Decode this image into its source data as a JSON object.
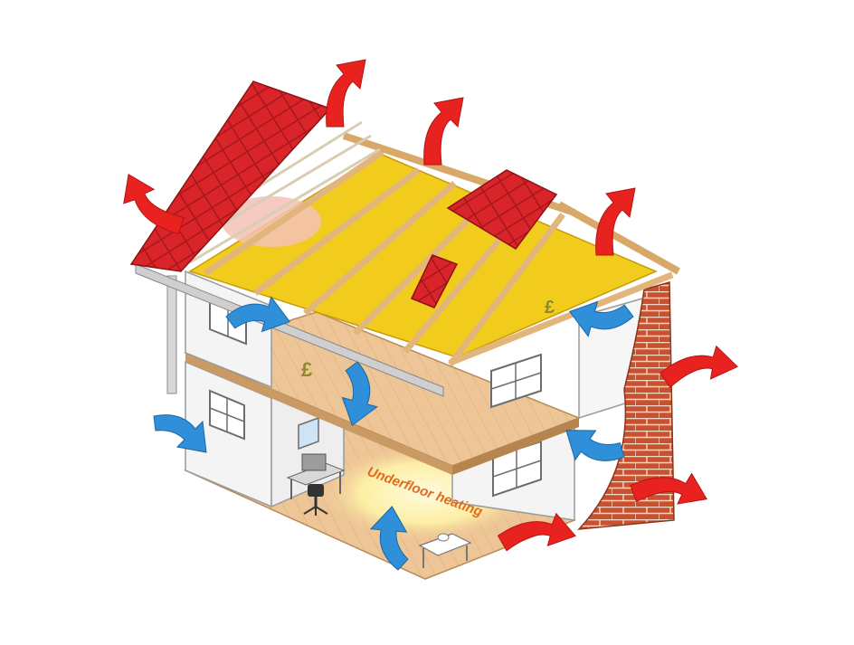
{
  "diagram": {
    "labels": {
      "underfloor": "Underfloor heating",
      "currency_symbol": "£"
    },
    "colors": {
      "heat_loss_arrow": "#e8231f",
      "cold_air_arrow": "#2f8fd8",
      "insulation": "#f2cc1c",
      "timber": "#e8c493",
      "roof_tile": "#d9242a",
      "brick": "#c9512f",
      "wall": "#f4f4f4",
      "floor": "#edc596",
      "underfloor_glow": "#fff3a6",
      "underfloor_text": "#e06b1e",
      "currency": "#8b8b2a"
    },
    "icons": [
      "heat-loss-arrow",
      "cold-draught-arrow",
      "pound-sign",
      "office-chair",
      "computer-desk",
      "side-table",
      "window",
      "downpipe"
    ]
  }
}
